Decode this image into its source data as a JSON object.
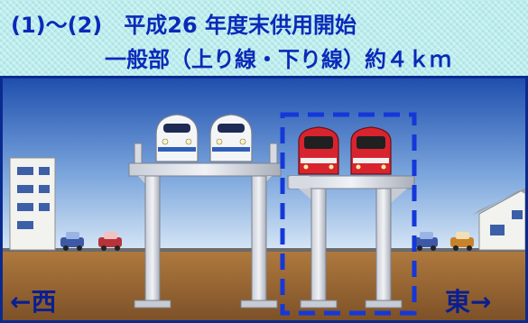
{
  "header": {
    "title_line1": "(1)～(2)　平成26 年度末供用開始",
    "title_line2": "一般部（上り線・下り線）約４ｋｍ"
  },
  "directions": {
    "west": "←西",
    "east": "東→"
  },
  "colors": {
    "title_text": "#0a2ab8",
    "header_bg": "#b9ecec",
    "sky": "#2f63b8",
    "ground": "#8a5a2b",
    "highlight_box": "#1438d8"
  },
  "trains": {
    "left_track": "white shinkansen",
    "right_track": "red express"
  }
}
